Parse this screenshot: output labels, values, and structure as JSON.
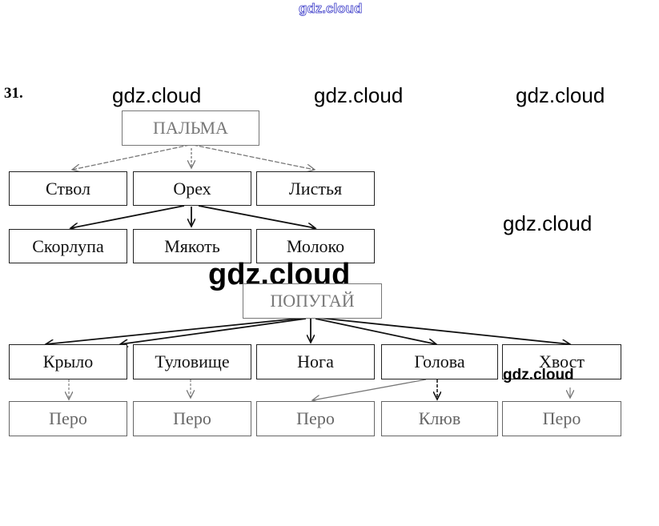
{
  "watermarks": {
    "top": "gdz.cloud",
    "row1": [
      "gdz.cloud",
      "gdz.cloud",
      "gdz.cloud"
    ],
    "right": "gdz.cloud",
    "big": "gdz.cloud",
    "small": "gdz.cloud"
  },
  "task_number": "31.",
  "tree1": {
    "root": "ПАЛЬМА",
    "level1": [
      "Ствол",
      "Орех",
      "Листья"
    ],
    "level2": [
      "Скорлупа",
      "Мякоть",
      "Молоко"
    ]
  },
  "tree2": {
    "root": "ПОПУГАЙ",
    "level1": [
      "Крыло",
      "Туловище",
      "Нога",
      "Голова",
      "Хвост"
    ],
    "level2": [
      "Перо",
      "Перо",
      "Перо",
      "Клюв",
      "Перо"
    ]
  }
}
